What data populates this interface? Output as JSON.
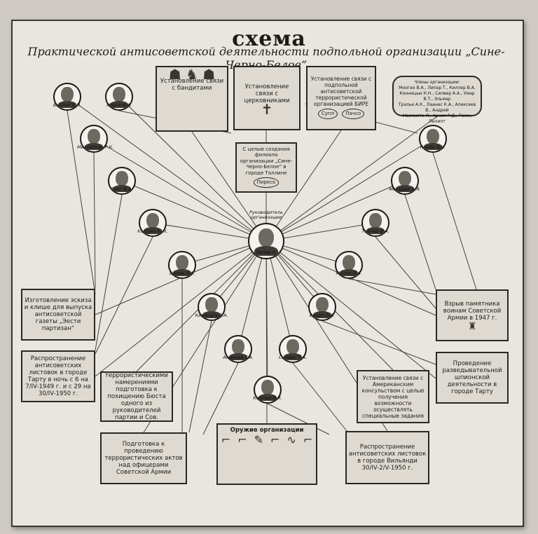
{
  "title": "схема",
  "subtitle": "Практической антисоветской деятельности подпольной организации „Сине-Черно-Белое“",
  "leader": {
    "caption": "Руководитель организации",
    "name": "Пилар У."
  },
  "members_oval": {
    "heading": "Члены организации:",
    "lines": [
      "Мооген В.А., Липар Т., Киллер В.А.",
      "Конницын К.Н., Силвер А.А., Умар В.Т., Эльмар",
      "Тралье А.К., Лаанес К.А., Алексеев В., Андрей",
      "Маллисте Л., Архип Р.Д., Тамм, Пилипт"
    ]
  },
  "boxes": {
    "bandits": "Установление связи с бандитами",
    "church": "Установление связи с церковниками",
    "spy_org": "Установление связи с подпольной антисоветской террористической организацией БИРЕ",
    "spy_tag1": "Супл",
    "spy_tag2": "Пачсо",
    "western": "С целью создания филиала организации „Сине-Черно-Белое“ в городе Таллине",
    "western_tag": "Пиресо",
    "newspaper": "Изготовление эскиза и клише для выпуска антисоветской газеты „Эести партизан“",
    "leaflets": "Распространение антисоветских листовок в городе Тарту в ночь с 6 на 7/IV-1949 г. и с 29 на 30/IV-1950 г.",
    "kidnap": "С террористическими намерениями подготовка к похищению Бюста одного из руководителей партии и Сов. Правительства",
    "terror": "Подготовка к проведению террористических актов над офицерами Советской Армии",
    "weapons": "Оружие организации",
    "distribution": "Распространение антисоветских листовок в городе Вильянди 30/IV-2/V-1950 г.",
    "foreign": "Установление связи с Американским консульством с целью получения возможности осуществлять специальные задания",
    "explosion": "Взрыв памятника воинам Советской Армии в 1947 г.",
    "recon": "Проведение разведывательной шпионской деятельности в городе Тарту"
  },
  "people": [
    {
      "id": "p1",
      "name": "Виллат Х.Н."
    },
    {
      "id": "p2",
      "name": "Мооге В.А."
    },
    {
      "id": "p3",
      "name": "Михкелсон Р.К."
    },
    {
      "id": "p4",
      "name": "Тинг В.А."
    },
    {
      "id": "p5",
      "name": "Калдма Ю.Х."
    },
    {
      "id": "p6",
      "name": "Целов Л.А."
    },
    {
      "id": "p7",
      "name": "Кивисалу Р.А."
    },
    {
      "id": "p8",
      "name": "Андреев Т.А."
    },
    {
      "id": "p9",
      "name": "Сиймис Т.А."
    },
    {
      "id": "p10",
      "name": "Кампер Я.И."
    },
    {
      "id": "p11",
      "name": "Виерт Л.А."
    },
    {
      "id": "p12",
      "name": "Мялло Л.А."
    },
    {
      "id": "p13",
      "name": "Тейлер В.А."
    },
    {
      "id": "p14",
      "name": "Мельдер А.Я."
    },
    {
      "id": "p15",
      "name": "Кляйн Э.К."
    }
  ],
  "colors": {
    "paper": "#e9e6df",
    "ink": "#1d1b18",
    "line": "#46433d"
  }
}
